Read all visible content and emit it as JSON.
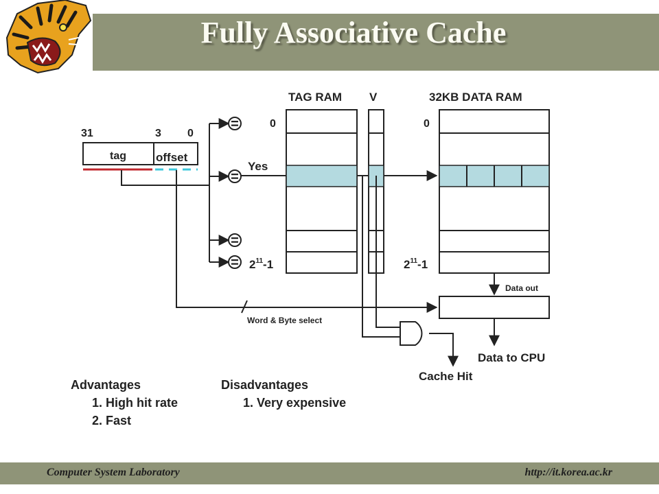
{
  "title": "Fully Associative Cache",
  "footer": {
    "left": "Computer System Laboratory",
    "right": "http://it.korea.ac.kr"
  },
  "address": {
    "bit_31": "31",
    "bit_3": "3",
    "bit_0": "0",
    "tag_label": "tag",
    "offset_label": "offset"
  },
  "comparators": [
    "=",
    "=",
    "=",
    "="
  ],
  "tag_ram": {
    "header": "TAG RAM",
    "first_index": "0",
    "last_index_base": "2",
    "last_index_exp": "11",
    "last_index_suffix": "-1"
  },
  "valid": {
    "header": "V"
  },
  "data_ram": {
    "header": "32KB DATA RAM",
    "first_index": "0",
    "last_index_base": "2",
    "last_index_exp": "11",
    "last_index_suffix": "-1"
  },
  "labels": {
    "yes": "Yes",
    "word_byte_select": "Word & Byte select",
    "data_out": "Data out",
    "data_to_cpu": "Data to CPU",
    "cache_hit": "Cache Hit"
  },
  "advantages": {
    "header": "Advantages",
    "items": [
      "1. High hit rate",
      "2. Fast"
    ]
  },
  "disadvantages": {
    "header": "Disadvantages",
    "items": [
      "1. Very expensive"
    ]
  },
  "colors": {
    "highlight": "#b4dae0",
    "title_band": "#8f9478",
    "tag_underline": "#c0272d",
    "offset_underline": "#3ec8dc"
  }
}
